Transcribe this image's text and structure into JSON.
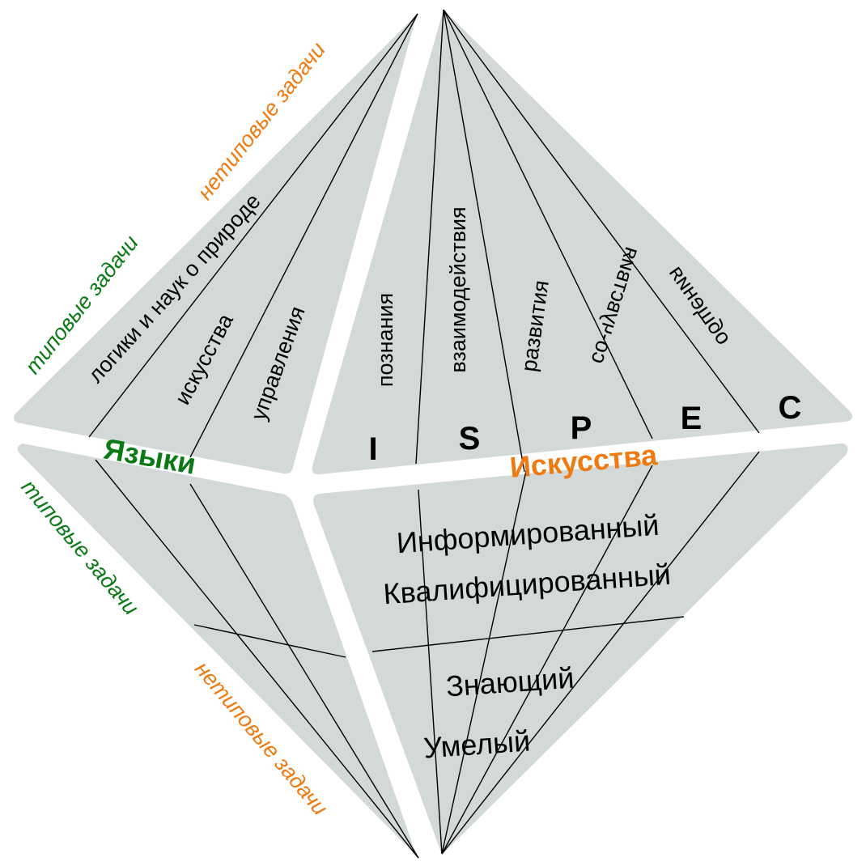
{
  "colors": {
    "face": "#d3d8d8",
    "green": "#0a7a14",
    "orange": "#ee7a10"
  },
  "languages": {
    "title": "Языки",
    "typical": "типовые задачи",
    "atypical": "нетиповые задачи",
    "typical_bottom": "типовые задачи",
    "atypical_bottom": "нетиповые задачи",
    "sectors": [
      "логики и наук о природе",
      "искусства",
      "управления"
    ]
  },
  "arts": {
    "title": "Искусства",
    "sectors": [
      "познания",
      "взаимодействия",
      "развития",
      "со-чувствия",
      "общения"
    ],
    "letters": [
      "I",
      "S",
      "P",
      "E",
      "C"
    ]
  },
  "levels": [
    "Информированный",
    "Квалифицированный",
    "Знающий",
    "Умелый"
  ]
}
